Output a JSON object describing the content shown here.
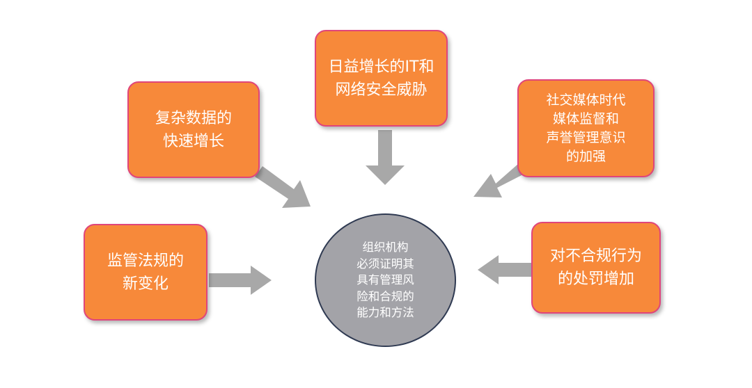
{
  "colors": {
    "box_fill": "#f7893a",
    "box_border": "#e0457b",
    "arrow": "#a8a8a8",
    "circle_fill": "#a3a3a8",
    "circle_border": "#2f3a52",
    "text": "#ffffff"
  },
  "diagram": {
    "center": {
      "text": "组织机构\n必须证明其\n具有管理风\n险和合规的\n能力和方法"
    },
    "boxes": [
      {
        "id": "data-growth",
        "text": "复杂数据的\n快速增长"
      },
      {
        "id": "it-security",
        "text": "日益增长的IT和\n网络安全威胁"
      },
      {
        "id": "social-media",
        "text": "社交媒体时代\n媒体监督和\n声誉管理意识\n的加强"
      },
      {
        "id": "regulations",
        "text": "监管法规的\n新变化"
      },
      {
        "id": "penalties",
        "text": "对不合规行为\n的处罚增加"
      }
    ]
  }
}
